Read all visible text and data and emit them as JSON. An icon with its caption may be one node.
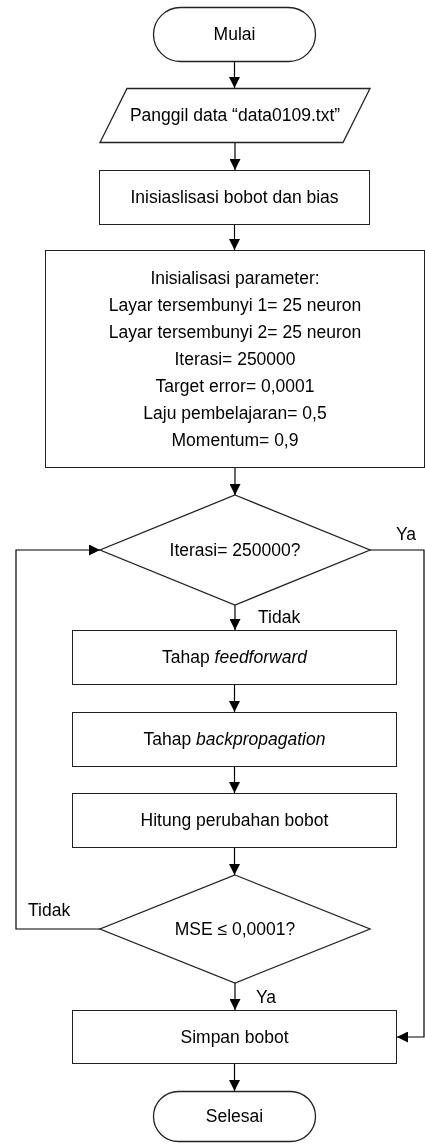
{
  "diagram": {
    "nodes": [
      {
        "text": [
          "Mulai"
        ]
      },
      {
        "text": [
          "Panggil data “data0109.txt”"
        ]
      },
      {
        "text": [
          "Inisiaslisasi bobot dan bias"
        ]
      },
      {
        "text": [
          "Inisialisasi parameter:",
          "Layar tersembunyi 1= 25 neuron",
          "Layar tersembunyi 2= 25 neuron",
          "Iterasi= 250000",
          "Target error= 0,0001",
          "Laju pembelajaran= 0,5",
          "Momentum= 0,9"
        ]
      },
      {
        "text": [
          "Iterasi= 250000?"
        ]
      },
      {
        "text": [
          "Tahap *feedforward*"
        ]
      },
      {
        "text": [
          "Tahap *backpropagation*"
        ]
      },
      {
        "text": [
          "Hitung perubahan bobot"
        ]
      },
      {
        "text": [
          "MSE ≤ 0,0001?"
        ]
      },
      {
        "text": [
          "Simpan bobot"
        ]
      },
      {
        "text": [
          "Selesai"
        ]
      }
    ],
    "edges": [
      {
        "from": 0,
        "to": 1,
        "arrow": "to"
      },
      {
        "from": 1,
        "to": 2,
        "arrow": "to"
      },
      {
        "from": 2,
        "to": 3,
        "arrow": "to"
      },
      {
        "from": 3,
        "to": 4,
        "arrow": "to"
      },
      {
        "from": 4,
        "to": 5,
        "arrow": "to",
        "label": "Tidak"
      },
      {
        "from": 5,
        "to": 6,
        "arrow": "to"
      },
      {
        "from": 6,
        "to": 7,
        "arrow": "to"
      },
      {
        "from": 7,
        "to": 8,
        "arrow": "to"
      },
      {
        "from": 8,
        "to": 9,
        "arrow": "to",
        "label": "Ya"
      },
      {
        "from": 8,
        "to": 4,
        "arrow": "to",
        "label": "Tidak"
      },
      {
        "from": 4,
        "to": 9,
        "arrow": "to",
        "label": "Ya"
      },
      {
        "from": 9,
        "to": 10,
        "arrow": "to"
      }
    ]
  }
}
